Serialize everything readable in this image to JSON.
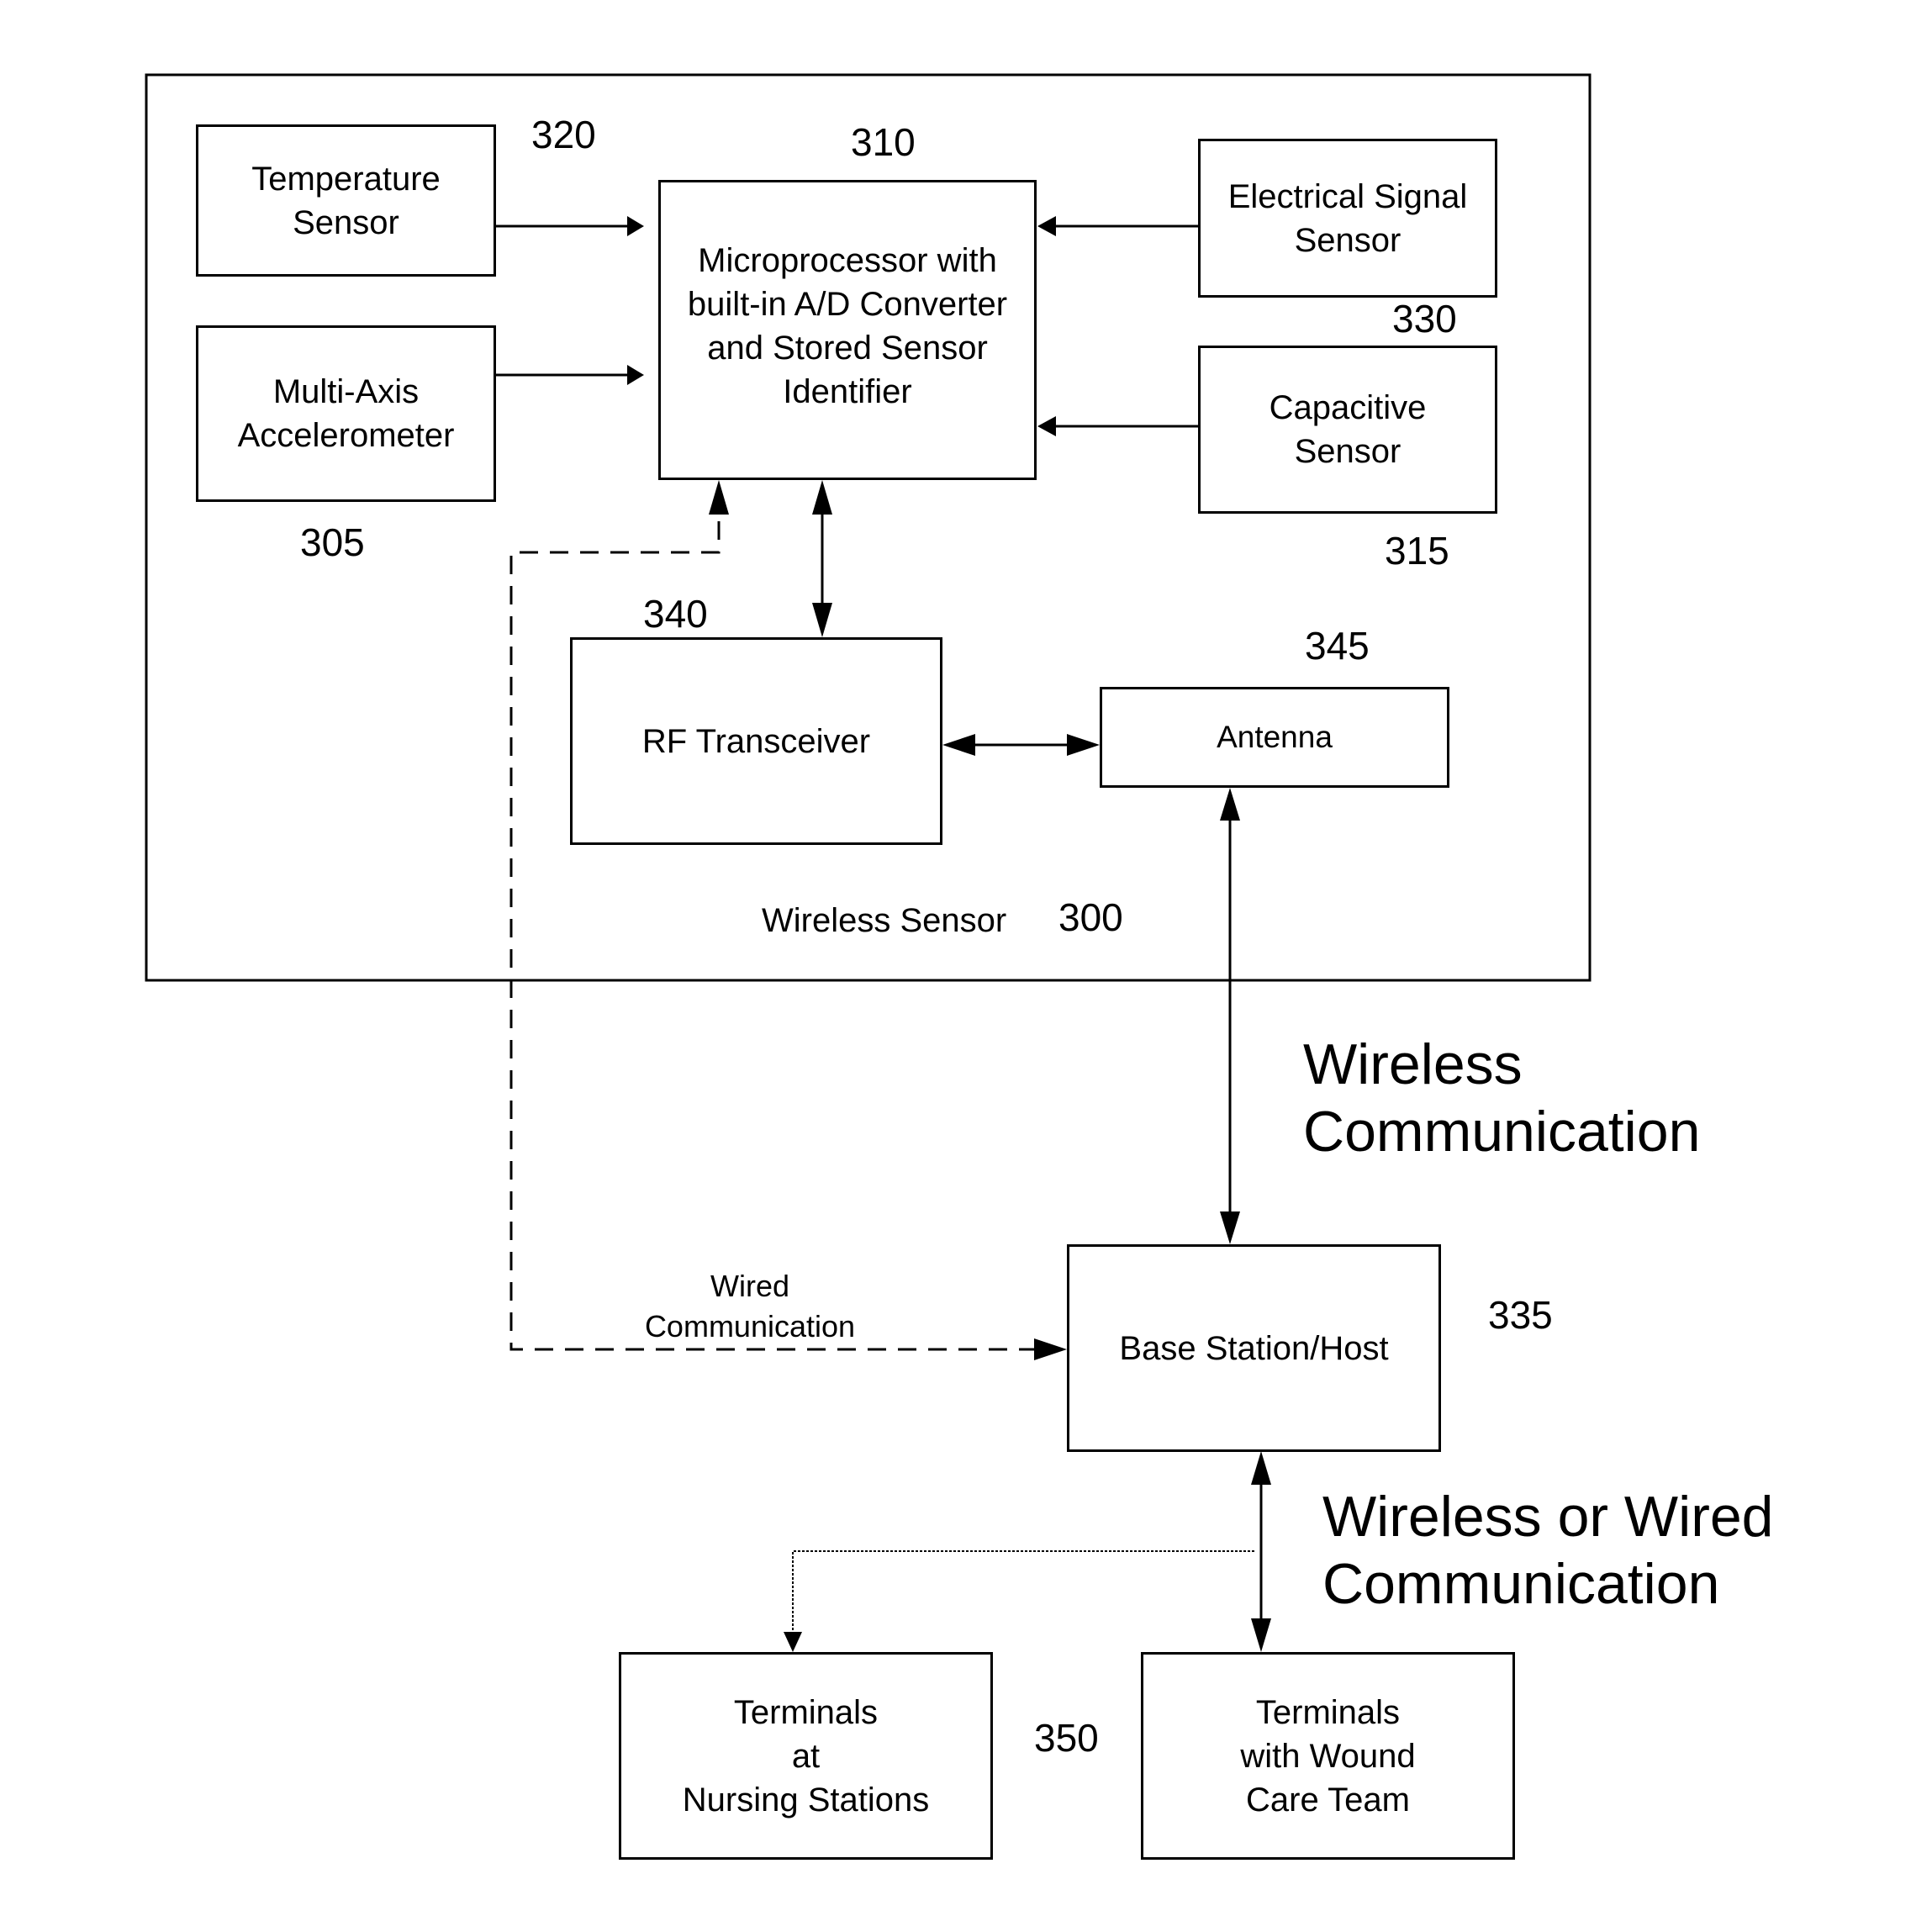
{
  "figure": {
    "container": {
      "label": "Wireless Sensor",
      "ref": "300"
    },
    "blocks": {
      "temperature_sensor": {
        "label": "Temperature\nSensor",
        "ref": "320"
      },
      "accelerometer": {
        "label": "Multi-Axis\nAccelerometer",
        "ref": "305"
      },
      "microprocessor": {
        "label": "Microprocessor with\nbuilt-in A/D Converter\nand Stored Sensor\nIdentifier",
        "ref": "310"
      },
      "electrical_signal_sensor": {
        "label": "Electrical Signal\nSensor",
        "ref": "330"
      },
      "capacitive_sensor": {
        "label": "Capacitive\nSensor",
        "ref": "315"
      },
      "rf_transceiver": {
        "label": "RF Transceiver",
        "ref": "340"
      },
      "antenna": {
        "label": "Antenna",
        "ref": "345"
      },
      "base_station": {
        "label": "Base Station/Host",
        "ref": "335"
      },
      "nursing_terminals": {
        "label": "Terminals\nat\nNursing Stations"
      },
      "wound_care_terminals": {
        "label": "Terminals\nwith Wound\nCare Team"
      },
      "terminals_ref": "350"
    },
    "annotations": {
      "wireless_comm": "Wireless\nCommunication",
      "wireless_or_wired_comm": "Wireless or Wired\nCommunication",
      "wired_comm": "Wired\nCommunication"
    }
  }
}
